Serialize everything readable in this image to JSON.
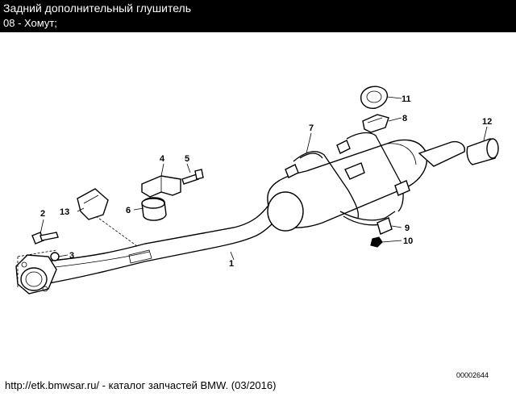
{
  "header": {
    "title": "Задний дополнительный глушитель",
    "subtitle": "08 - Хомут;"
  },
  "parts": [
    {
      "num": "1"
    },
    {
      "num": "2"
    },
    {
      "num": "3"
    },
    {
      "num": "4"
    },
    {
      "num": "5"
    },
    {
      "num": "6"
    },
    {
      "num": "7"
    },
    {
      "num": "8"
    },
    {
      "num": "9"
    },
    {
      "num": "10"
    },
    {
      "num": "11"
    },
    {
      "num": "12"
    },
    {
      "num": "13"
    }
  ],
  "diagram_code": "00002644",
  "footer": "http://etk.bmwsar.ru/ - каталог запчастей BMW. (03/2016)",
  "colors": {
    "header_bg": "#000000",
    "header_text": "#ffffff",
    "highlight": "#e0a0a0"
  }
}
